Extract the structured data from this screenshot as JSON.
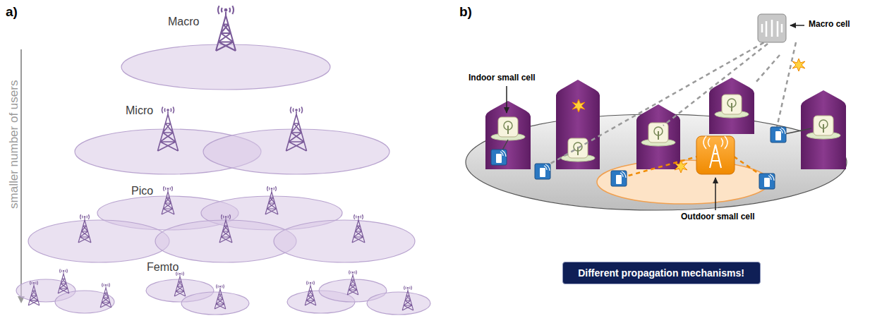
{
  "diagram": {
    "nodes": [
      {
        "text": [
          "Different propagation mechanisms!"
        ]
      }
    ],
    "labels": [
      "a)",
      "Macro",
      "Micro",
      "Pico",
      "Femto",
      "smaller number of users",
      "b)",
      "Macro cell",
      "Indoor small cell",
      "Outdoor small cell"
    ]
  }
}
